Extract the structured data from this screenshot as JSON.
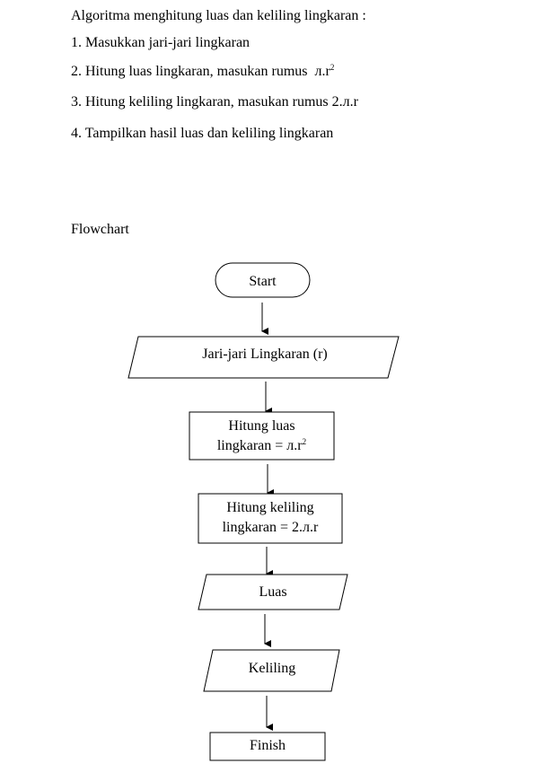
{
  "heading": "Algoritma menghitung luas dan keliling lingkaran :",
  "steps": {
    "s1": "1. Masukkan jari-jari lingkaran",
    "s2_text": "2. Hitung luas lingkaran, masukan rumus",
    "s2_formula": "л.r",
    "s2_sup": "2",
    "s3_text": "3. Hitung keliling lingkaran, masukan rumus",
    "s3_formula": "2.л.r",
    "s4": "4. Tampilkan hasil luas dan keliling lingkaran"
  },
  "flowchart_label": "Flowchart",
  "flowchart": {
    "start": "Start",
    "input_radius": "Jari-jari Lingkaran (r)",
    "area_line1": "Hitung luas",
    "area_line2": "lingkaran = л.r",
    "area_sup": "2",
    "circ_line1": "Hitung keliling",
    "circ_line2": "lingkaran = 2.л.r",
    "output_area": "Luas",
    "output_circ": "Keliling",
    "finish": "Finish"
  }
}
